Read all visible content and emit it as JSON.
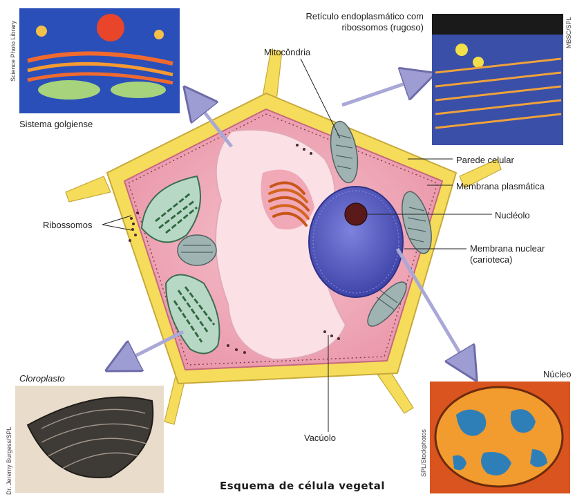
{
  "diagram": {
    "title": "Esquema de célula vegetal",
    "labels": {
      "mitocondria": "Mitocôndria",
      "reticulo_line1": "Retículo endoplasmático com",
      "reticulo_line2": "ribossomos (rugoso)",
      "sistema_golgiense": "Sistema golgiense",
      "parede_celular": "Parede celular",
      "membrana_plasmatica": "Membrana plasmática",
      "nucleolo": "Nucléolo",
      "membrana_nuclear_line1": "Membrana nuclear",
      "membrana_nuclear_line2": "(carioteca)",
      "ribossomos": "Ribossomos",
      "cloroplasto": "Cloroplasto",
      "nucleo": "Núcleo",
      "vacuolo": "Vacúolo"
    },
    "credits": {
      "science_photo_library": "Science Photo Library",
      "mbsc_spl": "MBSC/SPL",
      "spl_stockphotos": "SPL/Stockphotos",
      "jeremy_burgess": "Dr. Jeremy Burgess/SPL"
    },
    "colors": {
      "cell_wall": "#f5dc5a",
      "cytoplasm": "#f1aebc",
      "vacuole": "#fbe0e6",
      "nucleus": "#5a5fc4",
      "nucleolus": "#5a1a1a",
      "golgi": "#d4651d",
      "chloroplast": "#b8d8c6",
      "mitochondria": "#9fb3b3",
      "arrow": "#a9a8d6"
    }
  }
}
